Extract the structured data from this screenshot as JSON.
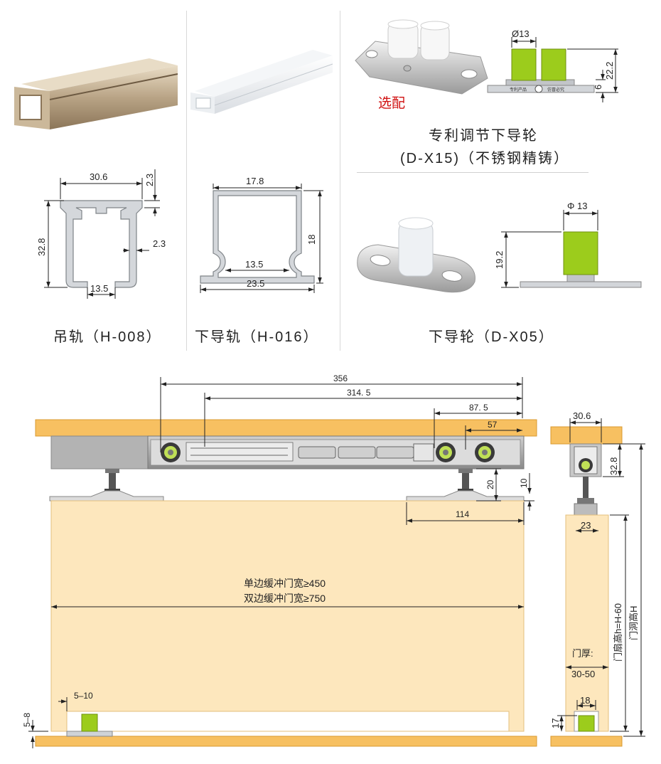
{
  "top": {
    "h008": {
      "caption": "吊轨（H-008）",
      "dim_width": "30.6",
      "dim_height": "32.8",
      "dim_top": "2.3",
      "dim_wall": "2.3",
      "dim_opening": "13.5"
    },
    "h016": {
      "caption": "下导轨（H-016）",
      "dim_top": "17.8",
      "dim_height": "18",
      "dim_inner": "13.5",
      "dim_bottom": "23.5"
    },
    "dx15": {
      "optional_label": "选配",
      "caption_line1": "专利调节下导轮",
      "caption_line2": "(D-X15)（不锈钢精铸）",
      "dim_diameter": "Ø13",
      "dim_height": "22.2",
      "dim_base": "6",
      "plate_text_left": "专利产品",
      "plate_text_right": "仿冒必究"
    },
    "dx05": {
      "caption": "下导轮（D-X05）",
      "dim_diameter": "Φ 13",
      "dim_height": "19.2"
    }
  },
  "front": {
    "dim_356": "356",
    "dim_3145": "314. 5",
    "dim_875": "87. 5",
    "dim_57": "57",
    "dim_20": "20",
    "dim_10": "10",
    "dim_114": "114",
    "note_line1": "单边缓冲门宽≥450",
    "note_line2": "双边缓冲门宽≥750",
    "dim_510": "5–10",
    "dim_58": "5–8"
  },
  "side": {
    "dim_306": "30.6",
    "dim_328": "32.8",
    "dim_23": "23",
    "door_thickness_label": "门厚:",
    "door_thickness_value": "30-50",
    "door_height": "门扇高h=H-60",
    "opening_height": "门洞高H",
    "dim_18": "18",
    "dim_17": "17"
  },
  "colors": {
    "wood": "#f7c061",
    "door": "#fde7bd",
    "aluminium": "#c8c8c8",
    "accent_green": "#9ccc1c",
    "optional_red": "#d01010"
  }
}
